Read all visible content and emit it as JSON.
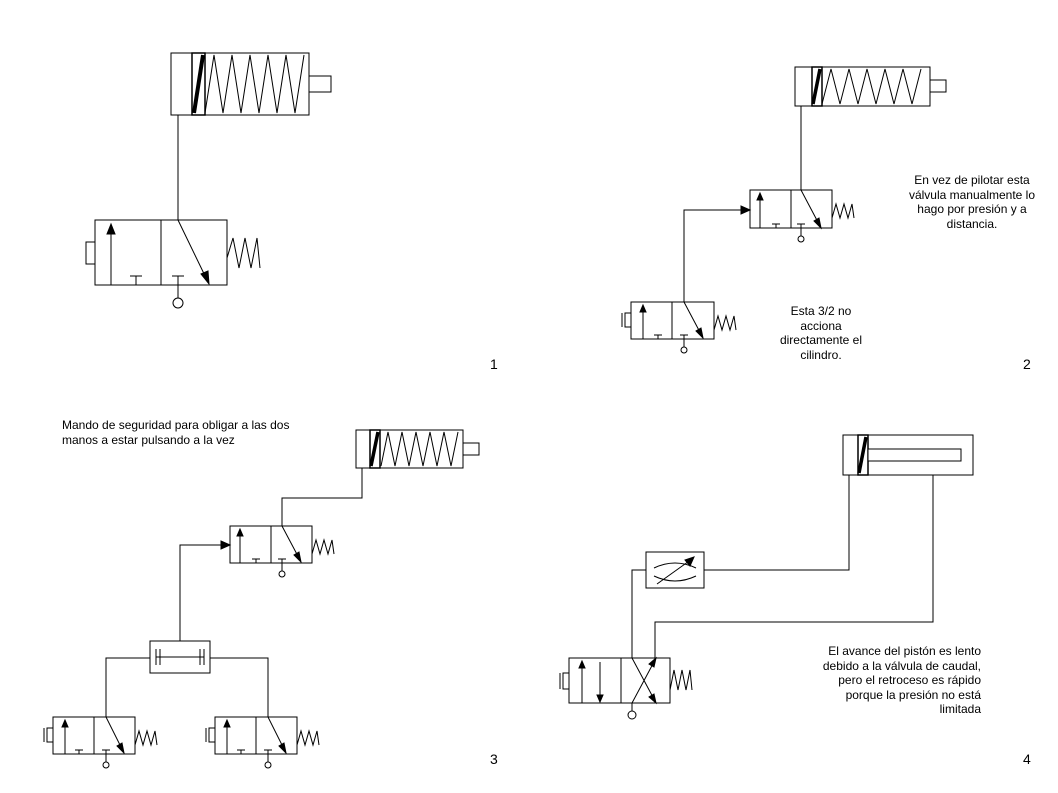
{
  "panels": [
    {
      "number": "1"
    },
    {
      "number": "2",
      "notes": [
        "En vez de pilotar esta válvula manualmente  lo hago por presión y a distancia.",
        "Esta 3/2 no acciona directamente el cilindro."
      ]
    },
    {
      "number": "3",
      "notes": [
        "Mando de seguridad para obligar a las dos manos a estar pulsando a la vez"
      ]
    },
    {
      "number": "4",
      "notes": [
        "El avance del pistón es lento debido a la válvula de caudal, pero el retroceso es rápido porque la presión no está limitada"
      ]
    }
  ],
  "colors": {
    "line": "#000000",
    "background": "#ffffff"
  }
}
